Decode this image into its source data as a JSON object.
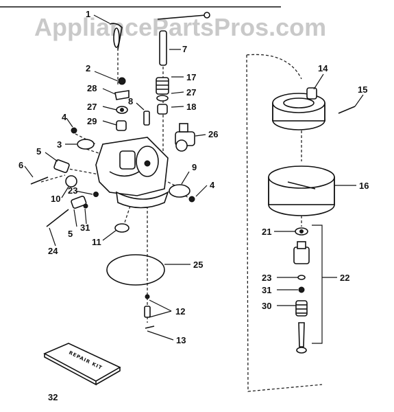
{
  "watermark": "AppliancePartsPros.com",
  "repair_kit_label": "REPAIR KIT",
  "callouts": [
    "1",
    "2",
    "3",
    "4",
    "4",
    "5",
    "5",
    "6",
    "7",
    "8",
    "9",
    "10",
    "11",
    "12",
    "13",
    "14",
    "15",
    "16",
    "17",
    "18",
    "21",
    "22",
    "23",
    "23",
    "24",
    "25",
    "26",
    "27",
    "27",
    "28",
    "29",
    "30",
    "31",
    "31",
    "32"
  ]
}
